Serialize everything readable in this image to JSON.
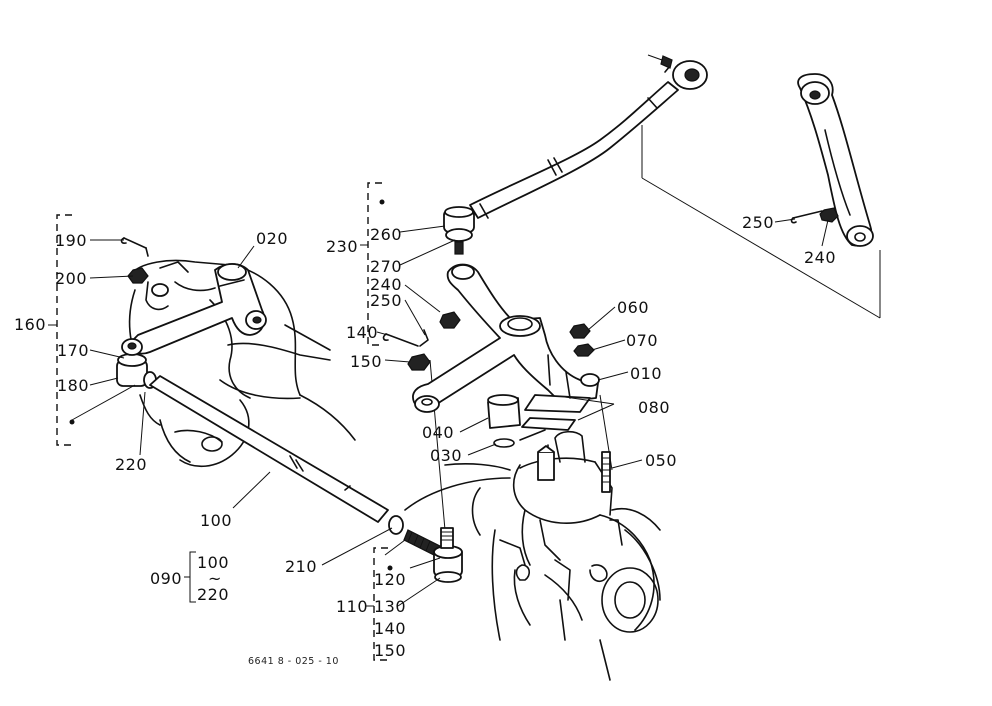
{
  "callouts": {
    "c010": "010",
    "c020": "020",
    "c030": "030",
    "c040": "040",
    "c050": "050",
    "c060": "060",
    "c070": "070",
    "c080": "080",
    "c090": "090",
    "c100": "100",
    "c110": "110",
    "c120": "120",
    "c130": "130",
    "c140": "140",
    "c150": "150",
    "c160": "160",
    "c170": "170",
    "c180": "180",
    "c190": "190",
    "c200": "200",
    "c210": "210",
    "c220": "220",
    "c230": "230",
    "c240": "240",
    "c250": "250",
    "c260": "260",
    "c270": "270"
  },
  "group_090": {
    "from": "100",
    "tilde": "~",
    "to": "220"
  },
  "group_110": [
    "120",
    "130",
    "140",
    "150"
  ],
  "group_230": [
    "260",
    "270",
    "240",
    "250"
  ],
  "group_160": [
    "190",
    "200",
    "170",
    "180"
  ],
  "drawing_code": "6641 8 - 025 - 10"
}
